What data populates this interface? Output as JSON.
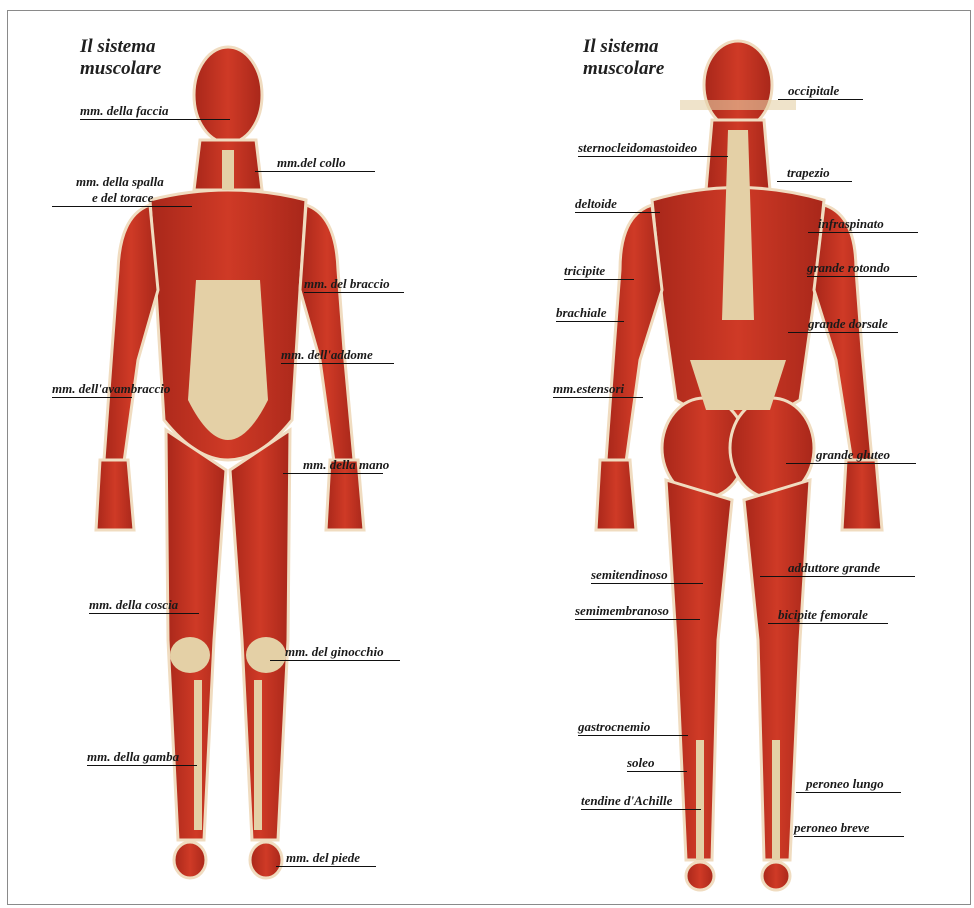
{
  "front": {
    "title": [
      "Il sistema",
      "muscolare"
    ],
    "labels": {
      "faccia": "mm. della faccia",
      "collo": "mm.del collo",
      "spalla": "mm. della spalla",
      "torace": "e del torace",
      "braccio": "mm. del braccio",
      "addome": "mm. dell'addome",
      "avambraccio": "mm. dell'avambraccio",
      "mano": "mm. della mano",
      "coscia": "mm. della coscia",
      "ginocchio": "mm. del ginocchio",
      "gamba": "mm. della gamba",
      "piede": "mm. del piede"
    }
  },
  "back": {
    "title": [
      "Il sistema",
      "muscolare"
    ],
    "labels": {
      "occipitale": "occipitale",
      "sternocleidomastoideo": "sternocleidomastoideo",
      "trapezio": "trapezio",
      "deltoide": "deltoide",
      "infraspinato": "infraspinato",
      "tricipite": "tricipite",
      "grande_rotondo": "grande rotondo",
      "brachiale": "brachiale",
      "grande_dorsale": "grande dorsale",
      "estensori": "mm.estensori",
      "grande_gluteo": "grande gluteo",
      "semitendinoso": "semitendinoso",
      "adduttore_grande": "adduttore grande",
      "semimembranoso": "semimembranoso",
      "bicipite_femorale": "bicipite femorale",
      "gastrocnemio": "gastrocnemio",
      "soleo": "soleo",
      "peroneo_lungo": "peroneo lungo",
      "tendine_achille": "tendine d'Achille",
      "peroneo_breve": "peroneo breve"
    }
  },
  "colors": {
    "muscle": "#c0392b",
    "muscle_dark": "#9e2418",
    "tendon": "#e6d3ad",
    "outline": "#f2e6cf"
  }
}
